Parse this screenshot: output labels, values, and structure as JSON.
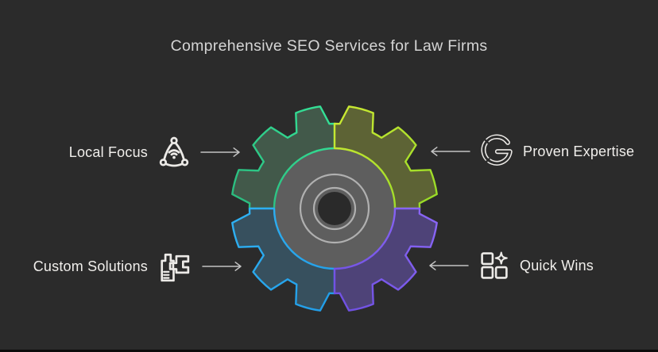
{
  "title": "Comprehensive SEO Services for Law Firms",
  "items": [
    {
      "label": "Local Focus",
      "icon": "network-nodes-icon",
      "position": "left-top"
    },
    {
      "label": "Proven Expertise",
      "icon": "google-g-icon",
      "position": "right-top"
    },
    {
      "label": "Custom Solutions",
      "icon": "puzzle-pieces-icon",
      "position": "left-bottom"
    },
    {
      "label": "Quick Wins",
      "icon": "sparkle-squares-icon",
      "position": "right-bottom"
    }
  ],
  "colors": {
    "background": "#2b2b2b",
    "title_text": "#d5d5d5",
    "label_text": "#f0eeeb",
    "arrow": "#c3c3c3",
    "icon": "#eceae7"
  },
  "gear": {
    "hub": {
      "disc_fill": "#5e5e5e",
      "ring_stroke": "#b0b0b0",
      "hole_fill": "#2a2a2a"
    },
    "quadrants": [
      {
        "name": "top-left",
        "stroke_from": "#35e398",
        "stroke_to": "#2ab97d",
        "fill": "#42594a"
      },
      {
        "name": "top-right",
        "stroke_from": "#cdea33",
        "stroke_to": "#95da26",
        "fill": "#5d6335"
      },
      {
        "name": "bottom-left",
        "stroke_from": "#2fb2f3",
        "stroke_to": "#219ce7",
        "fill": "#37505e"
      },
      {
        "name": "bottom-right",
        "stroke_from": "#8b67f7",
        "stroke_to": "#6e4fe1",
        "fill": "#4e4378"
      }
    ]
  }
}
